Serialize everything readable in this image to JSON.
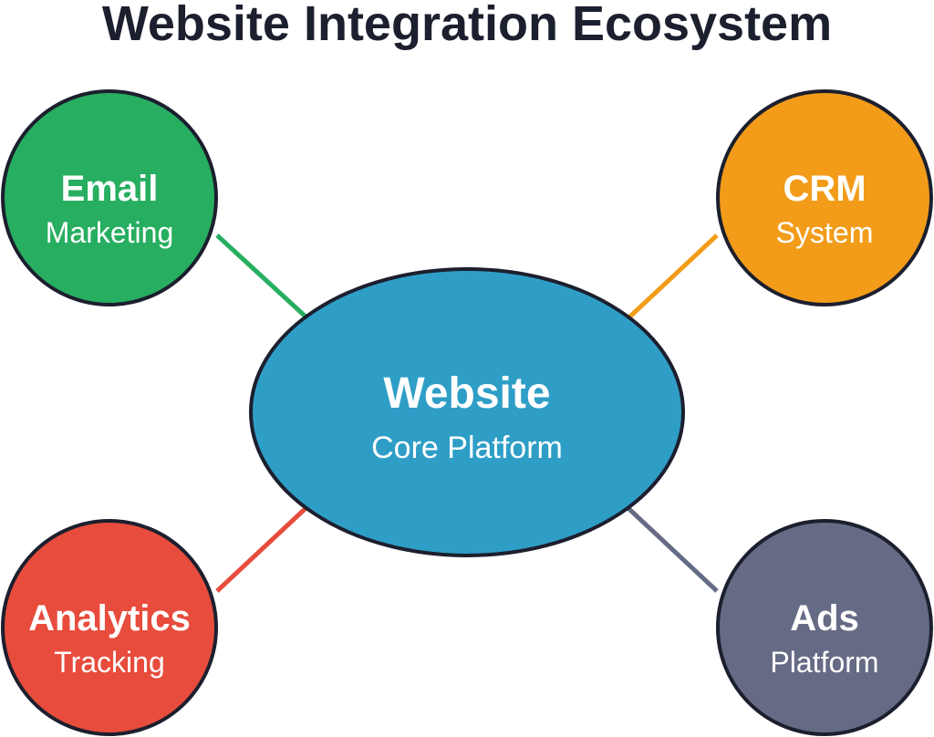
{
  "title": "Website Integration Ecosystem",
  "center": {
    "label": "Website",
    "sublabel": "Core Platform",
    "color": "#2e9ec7"
  },
  "nodes": [
    {
      "id": "email",
      "label": "Email",
      "sublabel": "Marketing",
      "color": "#27ae60"
    },
    {
      "id": "crm",
      "label": "CRM",
      "sublabel": "System",
      "color": "#f29c19"
    },
    {
      "id": "analytics",
      "label": "Analytics",
      "sublabel": "Tracking",
      "color": "#e74c3c"
    },
    {
      "id": "ads",
      "label": "Ads",
      "sublabel": "Platform",
      "color": "#666b85"
    }
  ],
  "outline_color": "#1c1f2e"
}
